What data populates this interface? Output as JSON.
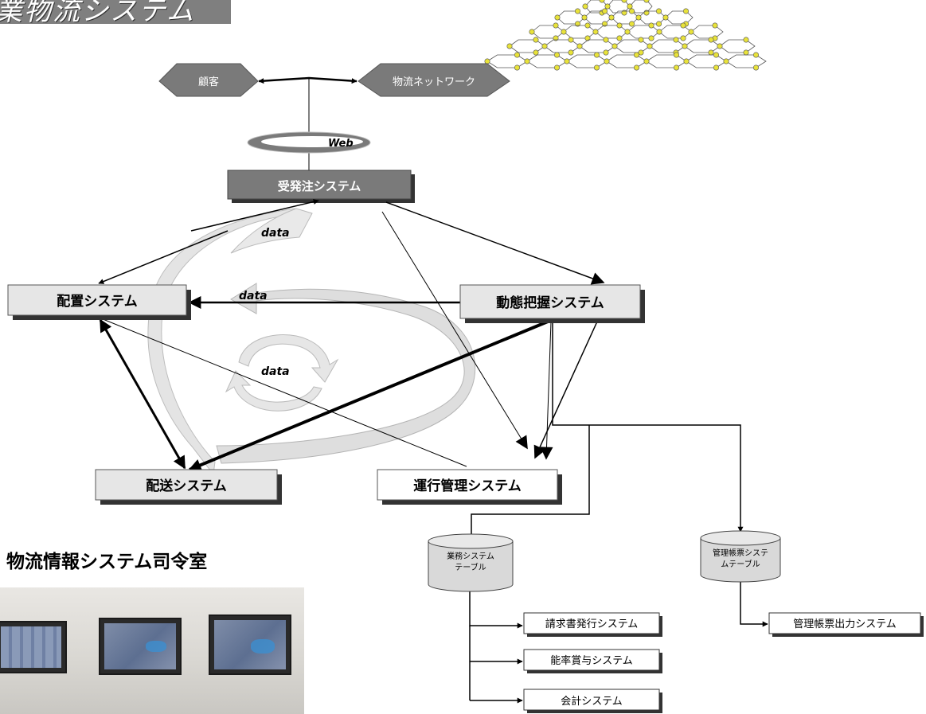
{
  "title": "業物流システム",
  "nodes": {
    "customer": "顧客",
    "network": "物流ネットワーク",
    "web": "Web",
    "order_system": "受発注システム",
    "allocation_system": "配置システム",
    "tracking_system": "動態把握システム",
    "delivery_system": "配送システム",
    "operation_system": "運行管理システム",
    "business_table": [
      "業務システム",
      "テーブル"
    ],
    "mgmt_table": [
      "管理帳票システ",
      "ムテーブル"
    ],
    "invoice_system": "請求書発行システム",
    "efficiency_system": "能率賞与システム",
    "accounting_system": "会計システム",
    "report_system": "管理帳票出力システム"
  },
  "data_labels": [
    "data",
    "data",
    "data"
  ],
  "control_room_title": "物流情報システム司令室",
  "colors": {
    "dark_box": "#7a7a7a",
    "light_box": "#e6e6e6",
    "arrow_band": "#d9d9d9",
    "node_yellow": "#e8e23a"
  }
}
